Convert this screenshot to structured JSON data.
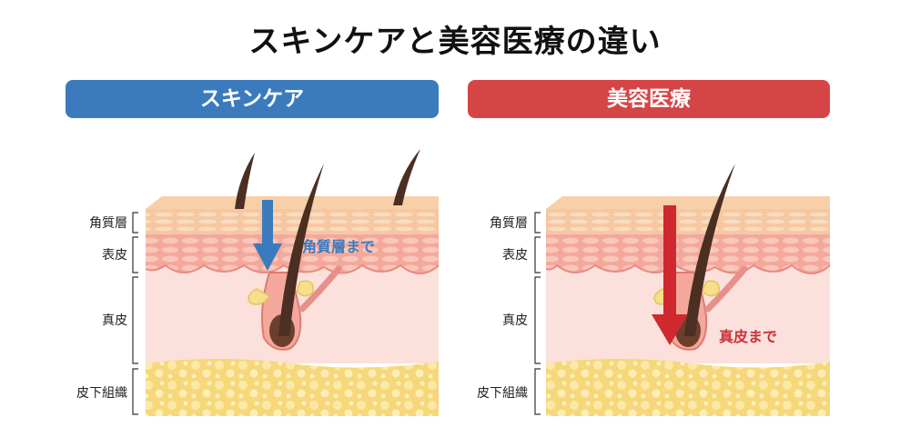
{
  "title": "スキンケアと美容医療の違い",
  "panels": [
    {
      "heading": "スキンケア",
      "annotation": "角質層まで",
      "layers": [
        "角質層",
        "表皮",
        "真皮",
        "皮下組織"
      ]
    },
    {
      "heading": "美容医療",
      "annotation": "真皮まで",
      "layers": [
        "角質層",
        "表皮",
        "真皮",
        "皮下組織"
      ]
    }
  ],
  "colors": {
    "skincare": "#3b7bbd",
    "medical": "#d64545",
    "stratum": "#f6c7a0",
    "epidermis": "#f4a89c",
    "dermis": "#fbe0dc",
    "fat": "#f6d77a",
    "hair": "#4a2f22"
  }
}
